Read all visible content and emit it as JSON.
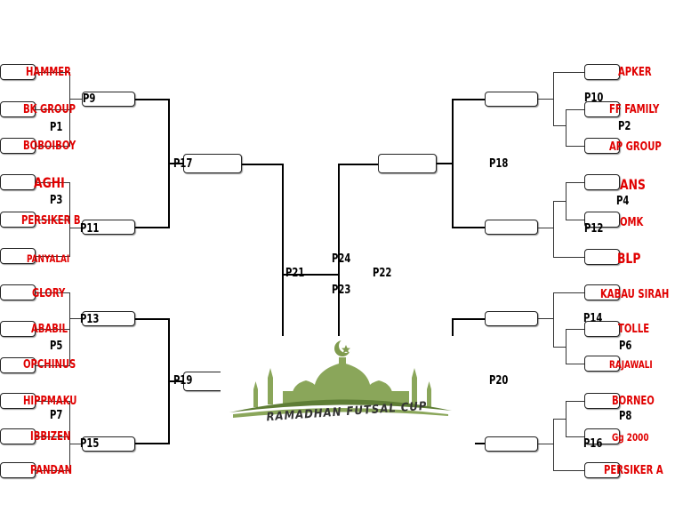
{
  "left_teams": [
    {
      "name": "HAMMER"
    },
    {
      "name": "BK GROUP"
    },
    {
      "name": "BOBOIBOY"
    },
    {
      "name": "AGHI"
    },
    {
      "name": "PERSIKER B"
    },
    {
      "name": "PANYALAI"
    },
    {
      "name": "GLORY"
    },
    {
      "name": "ABABIL"
    },
    {
      "name": "OPCHINUS"
    },
    {
      "name": "HIPPMAKU"
    },
    {
      "name": "IBBIZEN"
    },
    {
      "name": "PANDAN"
    }
  ],
  "right_teams": [
    {
      "name": "APKER"
    },
    {
      "name": "FF FAMILY"
    },
    {
      "name": "AP GROUP"
    },
    {
      "name": "ANS"
    },
    {
      "name": "OMK"
    },
    {
      "name": "BLP"
    },
    {
      "name": "KABAU SIRAH"
    },
    {
      "name": "TOLLE"
    },
    {
      "name": "RAJAWALI"
    },
    {
      "name": "BORNEO"
    },
    {
      "name": "Gg 2000"
    },
    {
      "name": "PERSIKER A"
    }
  ],
  "codes": {
    "p1": "P1",
    "p2": "P2",
    "p3": "P3",
    "p4": "P4",
    "p5": "P5",
    "p6": "P6",
    "p7": "P7",
    "p8": "P8",
    "p9": "P9",
    "p10": "P10",
    "p11": "P11",
    "p12": "P12",
    "p13": "P13",
    "p14": "P14",
    "p15": "P15",
    "p16": "P16",
    "p17": "P17",
    "p18": "P18",
    "p19": "P19",
    "p20": "P20",
    "p21": "P21",
    "p22": "P22",
    "p23": "P23",
    "p24": "P24"
  },
  "logo": {
    "text": "RAMADHAN FUTSAL CUP",
    "primary_color": "#8aa65a",
    "accent_color": "#5e7d35"
  }
}
